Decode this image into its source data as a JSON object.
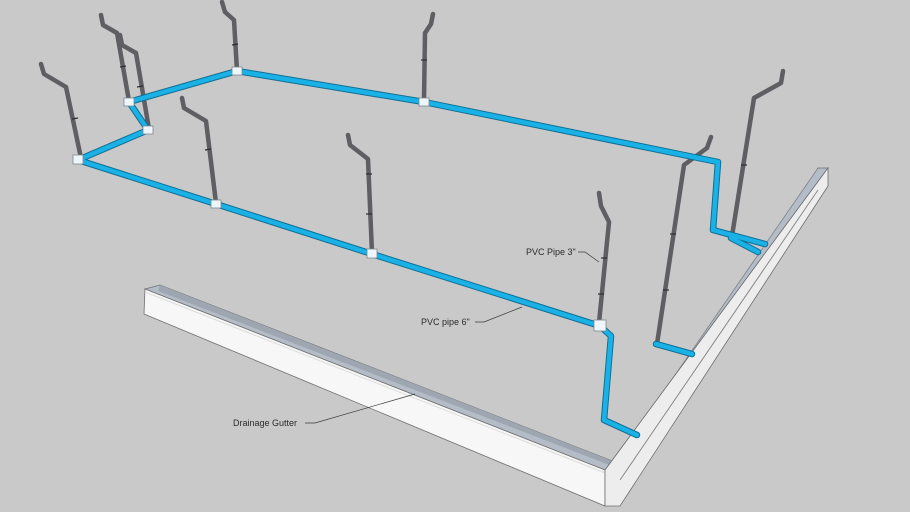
{
  "colors": {
    "background": "#c9c9c9",
    "pvc_pipe": "#1ab2e6",
    "downpipe": "#5e5e63",
    "gutter_face": "#f7f7f7",
    "gutter_inner": "#b4bcc7"
  },
  "labels": {
    "pvc_3": "PVC Pipe 3\"",
    "pvc_6": "PVC pipe 6\"",
    "gutter": "Drainage Gutter"
  }
}
